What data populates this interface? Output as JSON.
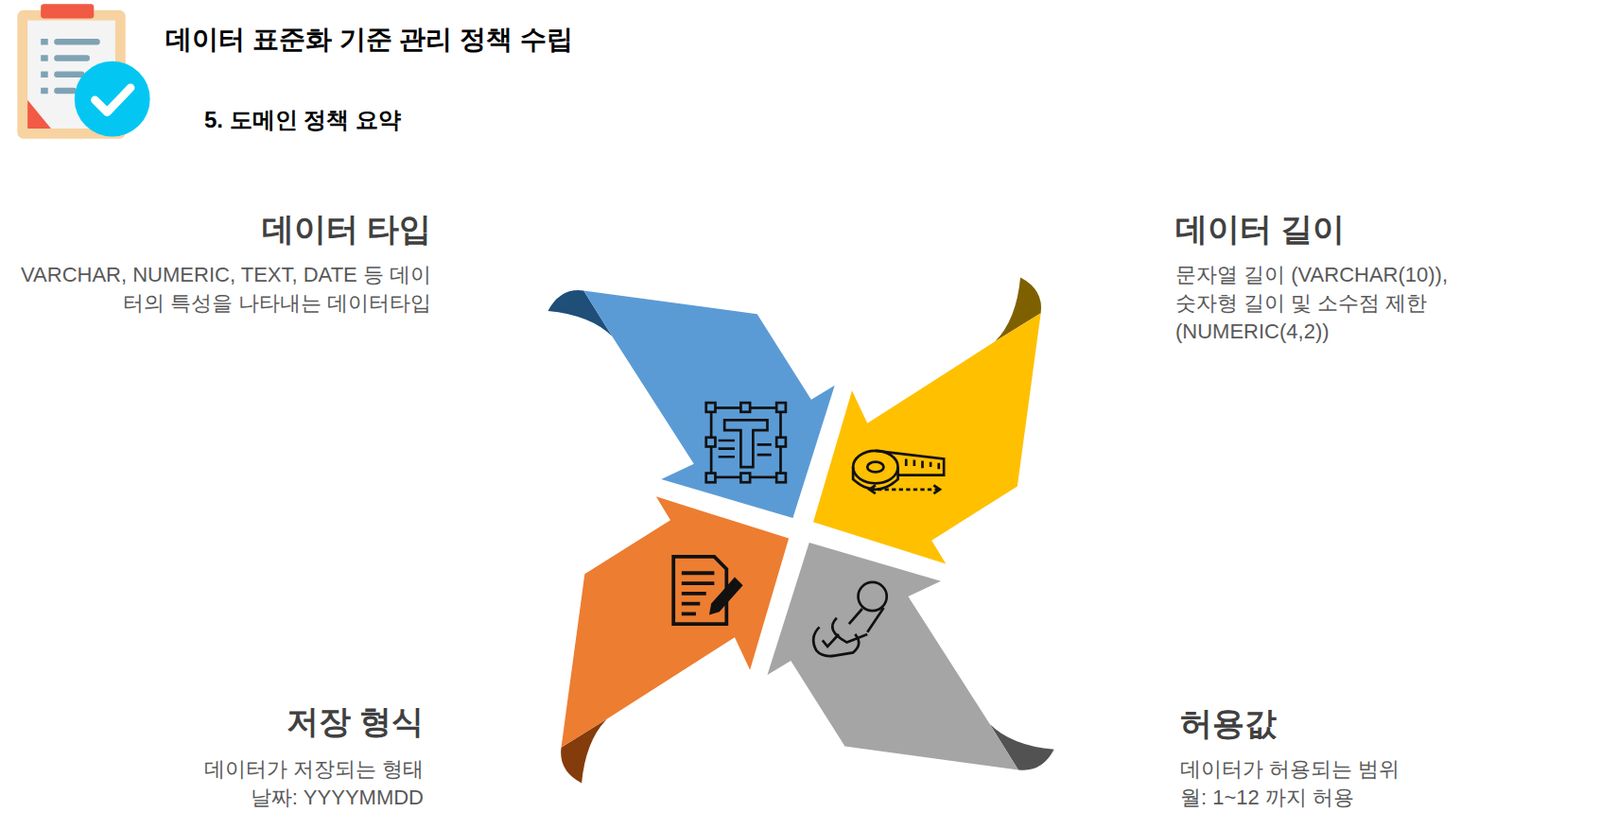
{
  "diagram": {
    "title": "데이터 표준화 기준 관리 정책 수립",
    "nodes": [
      {
        "text": [
          "데이터 타입",
          "VARCHAR, NUMERIC, TEXT, DATE 등 데이터의 특성을 나타내는 데이터타입"
        ]
      },
      {
        "text": [
          "데이터 길이",
          "문자열 길이 (VARCHAR(10)),",
          "숫자형 길이 및 소수점 제한 (NUMERIC(4,2))"
        ]
      },
      {
        "text": [
          "저장 형식",
          "데이터가 저장되는 형태",
          "날짜: YYYYMMDD"
        ]
      },
      {
        "text": [
          "허용값",
          "데이터가 허용되는 범위",
          "월: 1~12 까지 허용"
        ]
      }
    ],
    "labels": [
      "5. 도메인 정책 요약"
    ]
  }
}
